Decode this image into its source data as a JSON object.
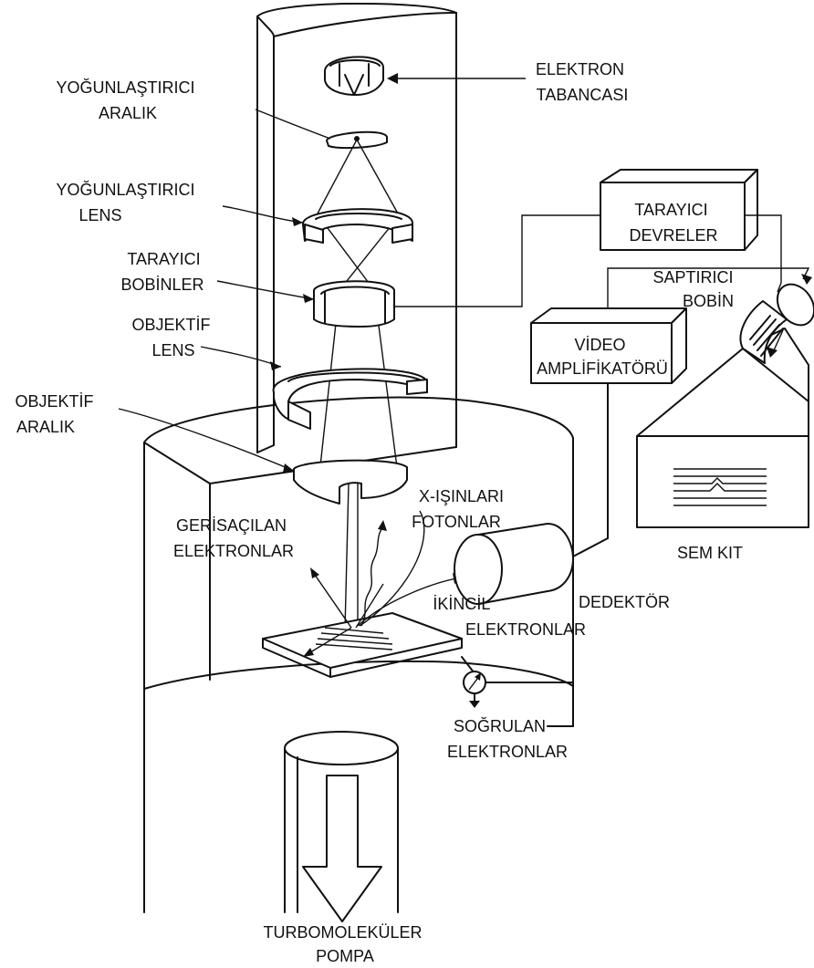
{
  "labels": {
    "electron_gun": [
      "ELEKTRON",
      "TABANCASI"
    ],
    "condenser_aperture": [
      "YOĞUNLAŞTIRICI",
      "ARALIK"
    ],
    "condenser_lens": [
      "YOĞUNLAŞTIRICI",
      "LENS"
    ],
    "scan_coils": [
      "TARAYICI",
      "BOBİNLER"
    ],
    "objective_lens": [
      "OBJEKTİF",
      "LENS"
    ],
    "objective_aperture": [
      "OBJEKTİF",
      "ARALIK"
    ],
    "scan_circuits": [
      "TARAYICI",
      "DEVRELER"
    ],
    "deflection_coil": [
      "SAPTIRICI",
      "BOBİN"
    ],
    "video_amplifier": [
      "VİDEO",
      "AMPLİFİKATÖRÜ"
    ],
    "sem_kit": [
      "SEM KIT"
    ],
    "xray_photons": [
      "X-IŞINLARI",
      "FOTONLAR"
    ],
    "backscattered": [
      "GERİSAÇILAN",
      "ELEKTRONLAR"
    ],
    "secondary": [
      "İKİNCİL",
      "ELEKTRONLAR"
    ],
    "detector": [
      "DEDEKTÖR"
    ],
    "absorbed": [
      "SOĞRULAN",
      "ELEKTRONLAR"
    ],
    "pump": [
      "TURBOMOLEKÜLER",
      "POMPA"
    ]
  }
}
